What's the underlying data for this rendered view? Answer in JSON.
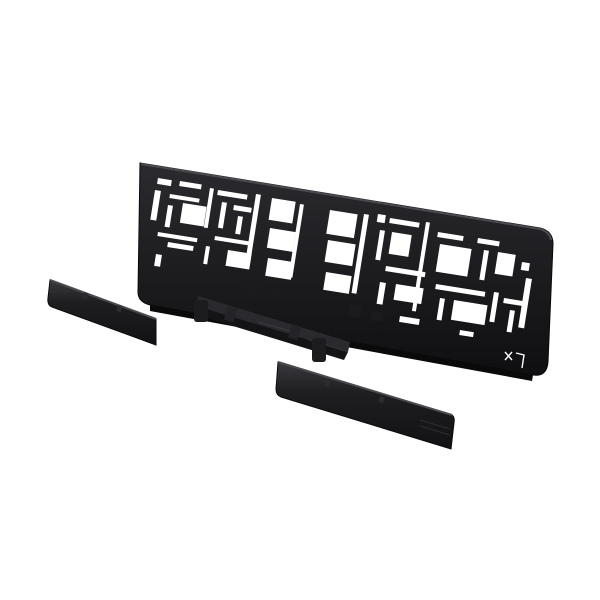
{
  "image": {
    "subject": "license-plate-holder-kit",
    "background_color": "#ffffff",
    "frame_color": "#141416",
    "frame_highlight": "#3a3a3e",
    "part_color": "#1c1c1f"
  },
  "parts": [
    {
      "name": "plate-frame"
    },
    {
      "name": "left-cover-strip"
    },
    {
      "name": "mounting-bracket"
    },
    {
      "name": "bottom-cover-strip"
    }
  ]
}
